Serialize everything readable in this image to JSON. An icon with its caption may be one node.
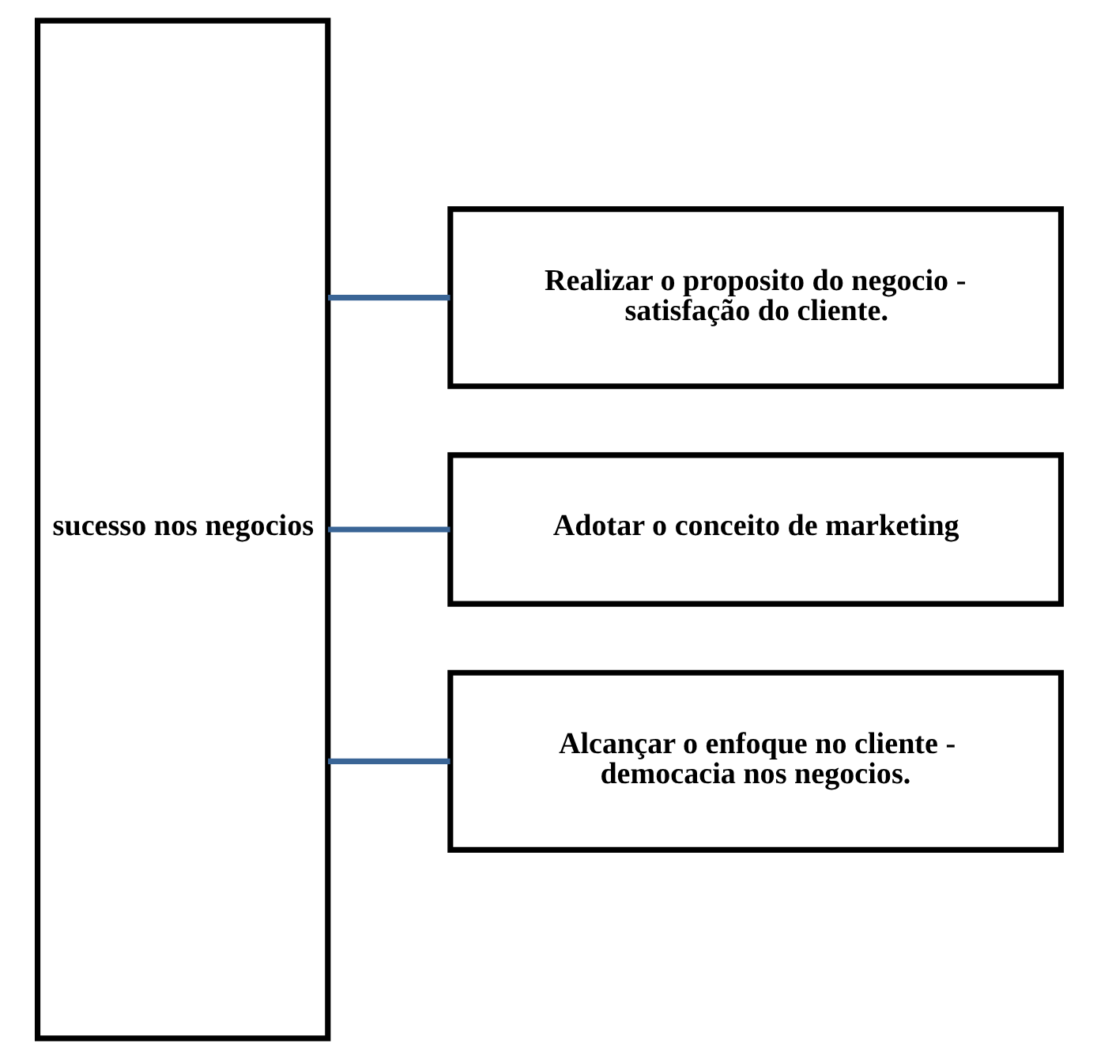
{
  "diagram": {
    "nodes": [
      {
        "text": [
          "sucesso nos negocios"
        ]
      },
      {
        "text": [
          "Realizar o proposito do negocio - satisfação do cliente."
        ]
      },
      {
        "text": [
          "Adotar o conceito de marketing"
        ]
      },
      {
        "text": [
          "Alcançar o enfoque no cliente - democacia nos negocios."
        ]
      }
    ],
    "edges": [
      {
        "from": 0,
        "to": 1,
        "arrow": "none"
      },
      {
        "from": 0,
        "to": 2,
        "arrow": "none"
      },
      {
        "from": 0,
        "to": 3,
        "arrow": "none"
      }
    ]
  }
}
